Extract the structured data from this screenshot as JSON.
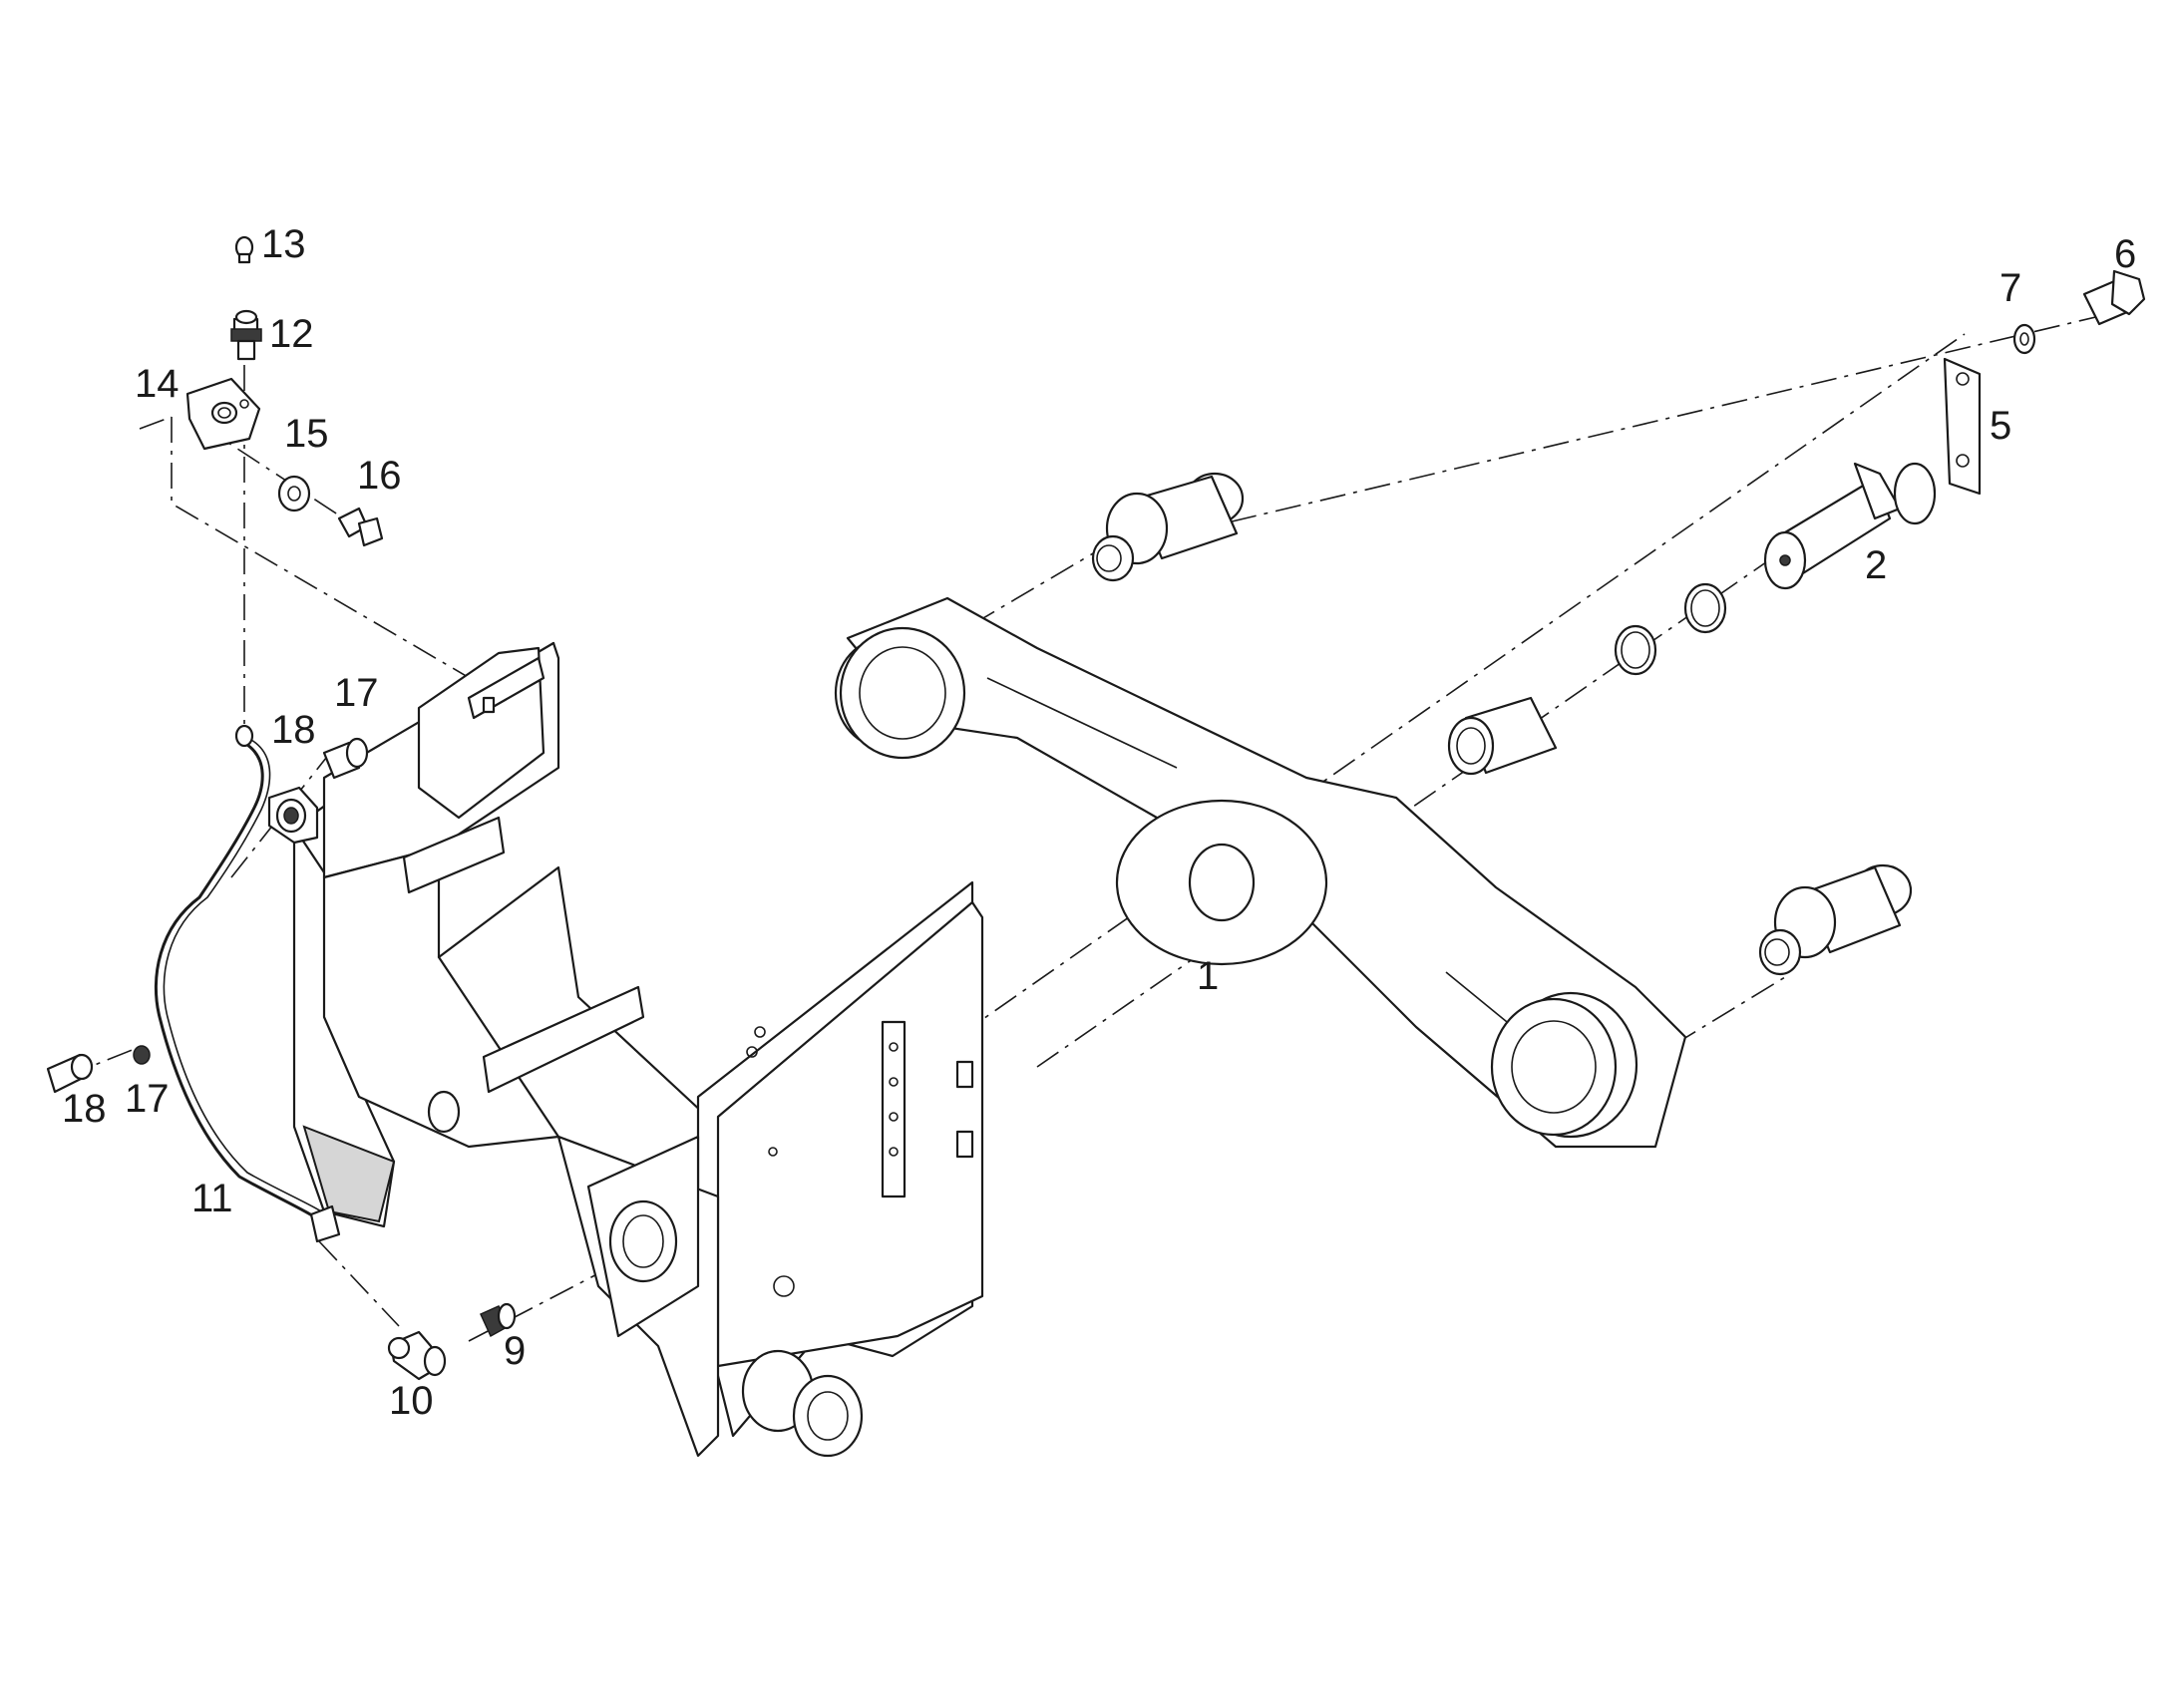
{
  "callouts": [
    {
      "id": "1",
      "label": "1"
    },
    {
      "id": "2",
      "label": "2"
    },
    {
      "id": "5",
      "label": "5"
    },
    {
      "id": "6",
      "label": "6"
    },
    {
      "id": "7",
      "label": "7"
    },
    {
      "id": "9",
      "label": "9"
    },
    {
      "id": "10",
      "label": "10"
    },
    {
      "id": "11",
      "label": "11"
    },
    {
      "id": "12",
      "label": "12"
    },
    {
      "id": "13",
      "label": "13"
    },
    {
      "id": "14",
      "label": "14"
    },
    {
      "id": "15",
      "label": "15"
    },
    {
      "id": "16",
      "label": "16"
    },
    {
      "id": "17a",
      "label": "17"
    },
    {
      "id": "17b",
      "label": "17"
    },
    {
      "id": "18a",
      "label": "18"
    },
    {
      "id": "18b",
      "label": "18"
    }
  ]
}
